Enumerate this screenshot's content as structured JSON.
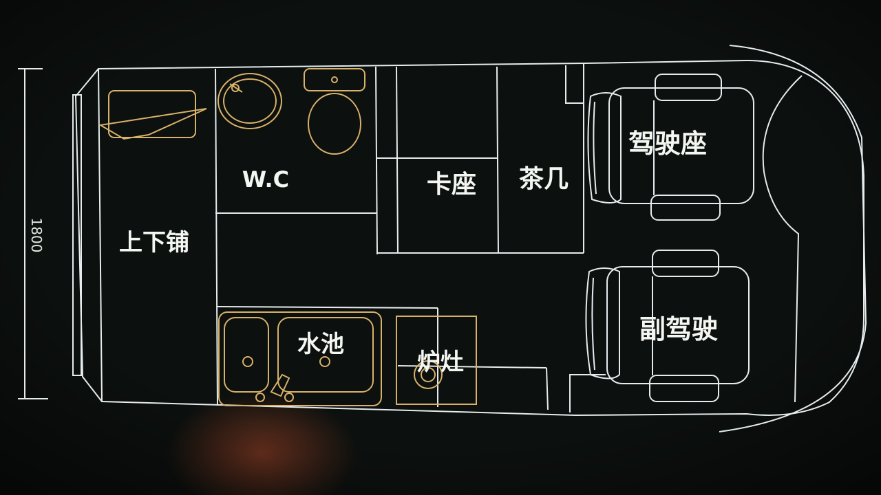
{
  "dimension": {
    "value": "1800"
  },
  "rooms": {
    "bunk": "上下铺",
    "wc": "W.C",
    "booth": "卡座",
    "tea_table": "茶几",
    "driver_seat": "驾驶座",
    "passenger_seat": "副驾驶",
    "sink": "水池",
    "stove": "炉灶"
  },
  "colors": {
    "line": "#e6ecee",
    "fixture": "#d9b26a",
    "label": "#f4f6f2",
    "background": "#0b0e0c"
  }
}
